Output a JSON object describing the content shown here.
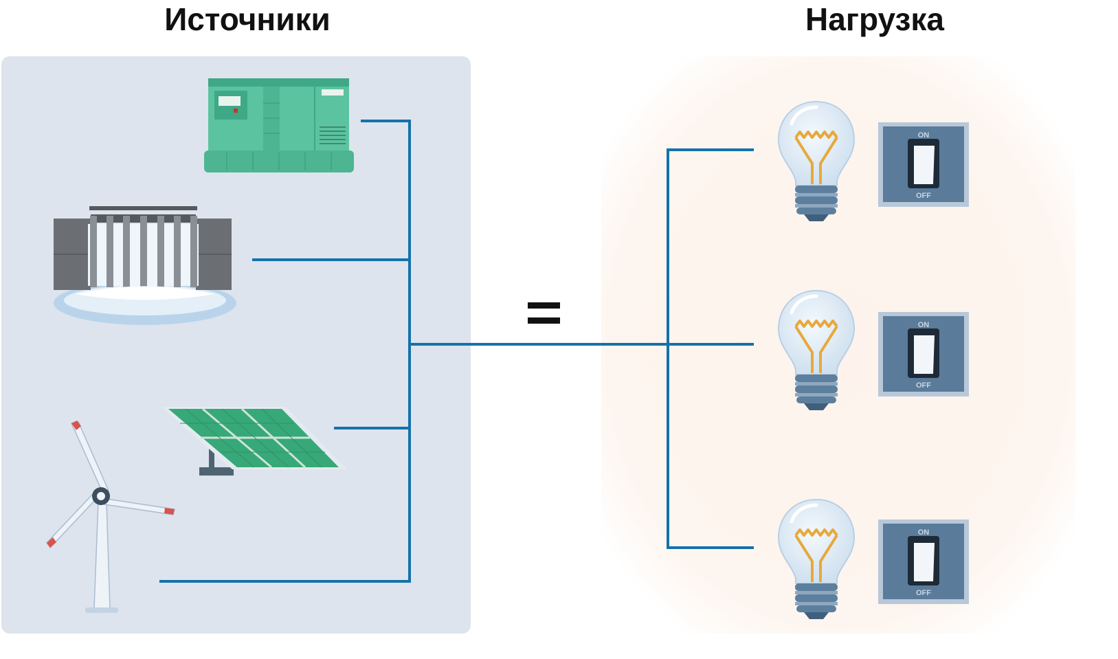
{
  "headings": {
    "sources": "Источники",
    "load": "Нагрузка"
  },
  "equals_sign": "=",
  "sources": [
    {
      "name": "generator",
      "icon": "diesel-generator-icon"
    },
    {
      "name": "hydro",
      "icon": "hydro-dam-icon"
    },
    {
      "name": "solar",
      "icon": "solar-panel-icon"
    },
    {
      "name": "wind",
      "icon": "wind-turbine-icon"
    }
  ],
  "loads": [
    {
      "name": "lamp-1",
      "icon": "light-bulb-icon",
      "switch_on_label": "ON",
      "switch_off_label": "OFF"
    },
    {
      "name": "lamp-2",
      "icon": "light-bulb-icon",
      "switch_on_label": "ON",
      "switch_off_label": "OFF"
    },
    {
      "name": "lamp-3",
      "icon": "light-bulb-icon",
      "switch_on_label": "ON",
      "switch_off_label": "OFF"
    }
  ],
  "colors": {
    "sources_panel": "#dde4ed",
    "load_panel": "#fdf5ef",
    "wire": "#1372aa",
    "generator": "#5cc3a0",
    "solar": "#37a877",
    "switch_plate": "#5a7b9a",
    "bulb_filament": "#e8a83a"
  }
}
